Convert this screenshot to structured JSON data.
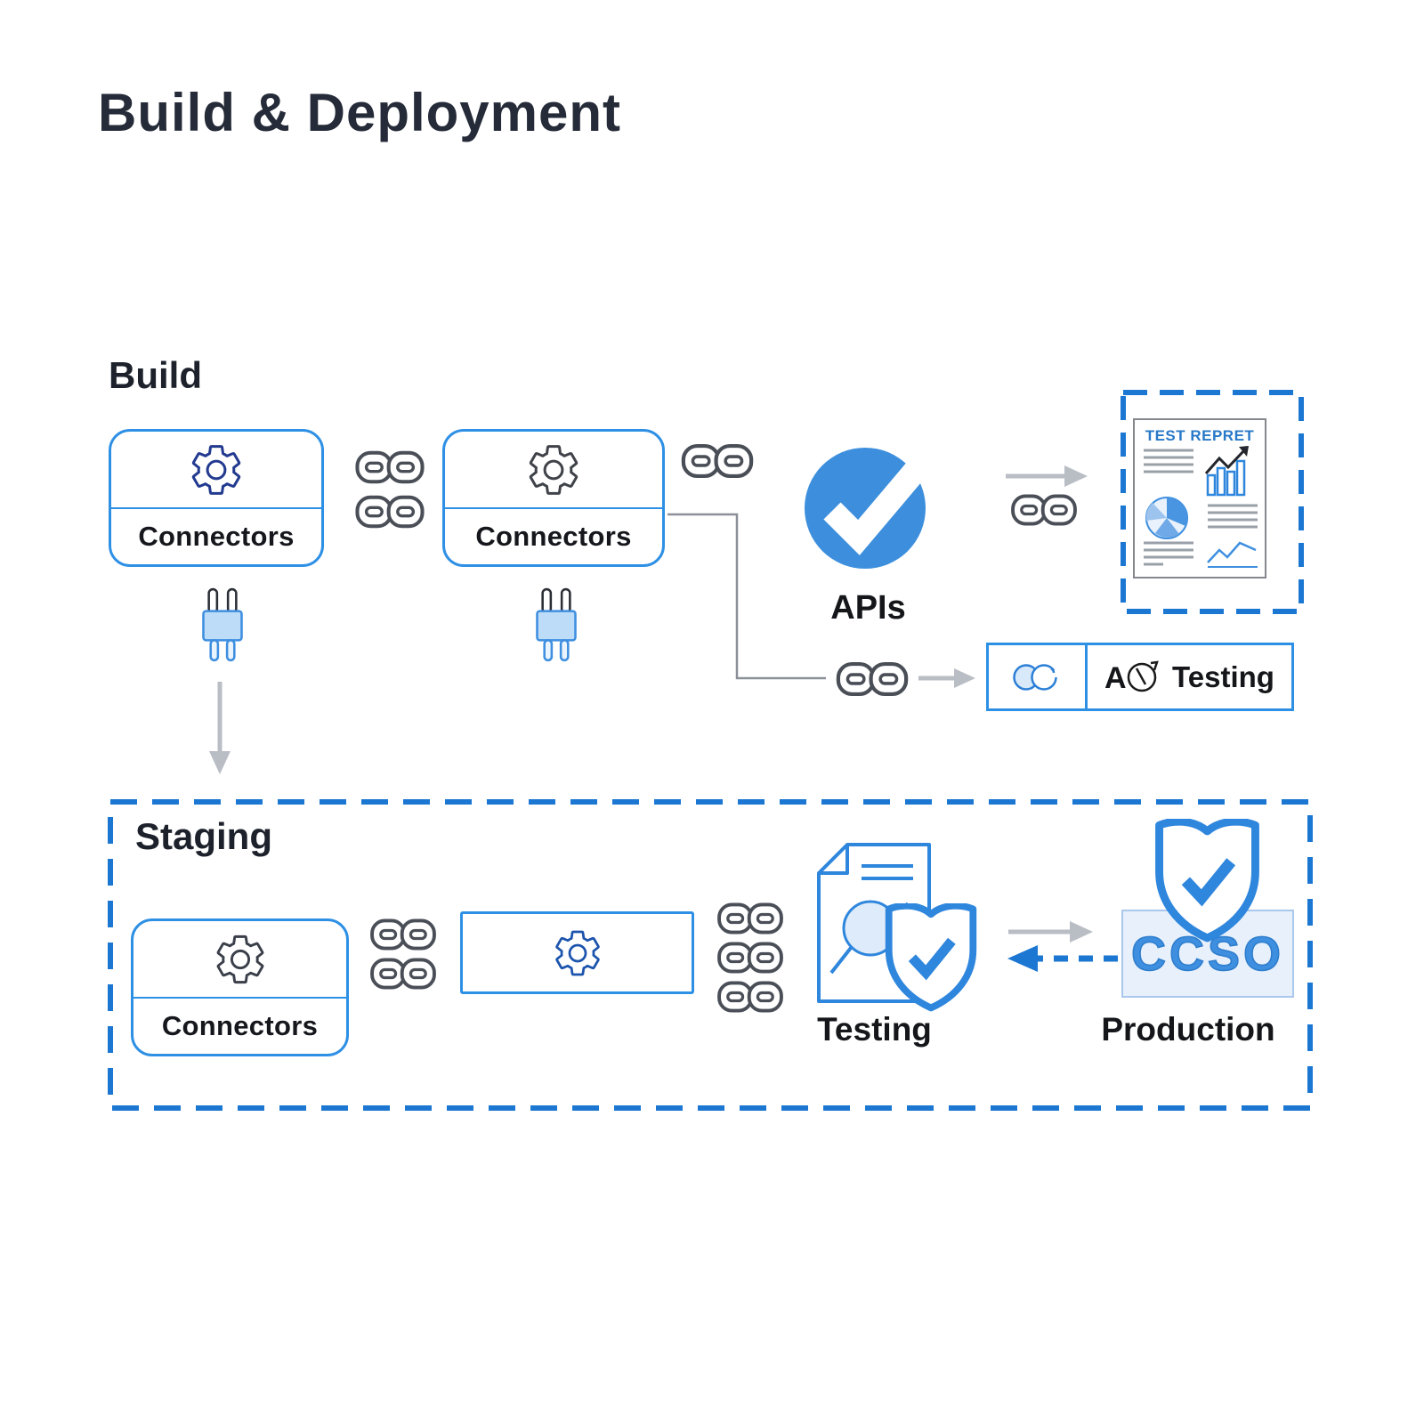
{
  "title": "Build & Deployment",
  "build": {
    "heading": "Build",
    "connector1_label": "Connectors",
    "connector2_label": "Connectors",
    "apis_label": "APIs",
    "report_title": "TEST REPRET",
    "testing_label": "Testing"
  },
  "staging": {
    "heading": "Staging",
    "connector_label": "Connectors",
    "testing_label": "Testing",
    "production_label": "Production",
    "production_badge": "CCSO"
  },
  "colors": {
    "accent_blue": "#2e90e5",
    "dashed_blue": "#1b77d2",
    "shield_blue": "#2e86dd",
    "apis_circle_blue": "#3d8fdd",
    "heading_dark": "#252b38",
    "gray_arrow": "#b9bdc4",
    "connector_line_gray": "#8a8f98",
    "chain_gray": "#4a4e57",
    "report_title_blue": "#2878c8",
    "ccso_fill": "#e7f0fb"
  }
}
